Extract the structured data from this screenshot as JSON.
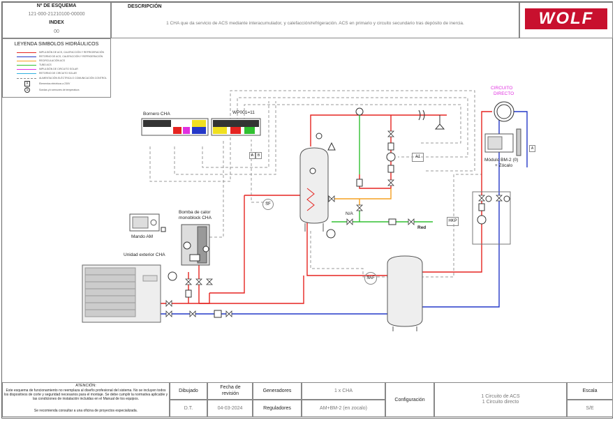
{
  "header": {
    "num_label": "Nº DE ESQUEMA",
    "num_value": "121-000-21210100-00000",
    "index_label": "INDEX",
    "index_value": "00",
    "desc_label": "DESCRIPCIÓN",
    "desc_text": "1 CHA que da servicio de ACS mediante interacumulador, y calefacción/refrigeración. ACS en primario y circuito secundario tras depósito de inercia.",
    "logo": "WOLF"
  },
  "legend": {
    "title": "LEYENDA SIMBOLOS HIDRÁULICOS",
    "items": [
      {
        "label": "IMPULSIÓN DE ACS, CALEFACCIÓN Y REFRIGERACIÓN",
        "color": "#e52420"
      },
      {
        "label": "RETORNO DE ACS, CALEFACCIÓN Y REFRIGERACIÓN",
        "color": "#2438c8"
      },
      {
        "label": "RECIRCULACIÓN ACS",
        "color": "#f5a020"
      },
      {
        "label": "TUBO ACS",
        "color": "#30c030"
      },
      {
        "label": "IMPULSIÓN DE CIRCUITO SOLAR",
        "color": "#e030e0"
      },
      {
        "label": "RETORNO DE CIRCUITO SOLAR",
        "color": "#30b0e0"
      },
      {
        "label": "ALIMENTACIÓN ELÉCTRICA O COMUNICACIÓN CONTROL",
        "color": "#888888"
      }
    ],
    "sym1": "Elementos eléctricos a 230V",
    "sym2": "Sondas y/o sensores de temperatura"
  },
  "labels": {
    "bornero": "Bornero CHA",
    "wp001": "WP001=11",
    "mando": "Mando AM",
    "bomba1": "Bomba de calor",
    "bomba2": "monoblock CHA",
    "unidad": "Unidad exterior CHA",
    "circ1": "CIRCUITO",
    "circ2": "DIRECTO",
    "bm1": "Módulo BM-2 (0)",
    "bm2": "+ Zócalo",
    "na": "N/A",
    "red": "Red",
    "sf": "SF",
    "saf": "SAF",
    "hkp": "HKP",
    "a1": "A1",
    "a": "A",
    "b": "B"
  },
  "footer": {
    "attention_title": "ATENCIÓN:",
    "attention_text": "Este esquema de funcionamiento no reemplaza al diseño profesional del sistema. No se incluyen todos los dispositivos de corte y seguridad necesarios para el montaje. Se debe cumplir la normativa aplicable y las condiciones de instalación incluidas en el Manual de los equipos.",
    "attention_text2": "Se recomienda consultar a una oficina de proyectos especializada.",
    "dibujado_label": "Dibujado",
    "dibujado_value": "D.T.",
    "fecha_label": "Fecha de revisión",
    "fecha_value": "04-03-2024",
    "generadores_label": "Generadores",
    "generadores_value": "1 x CHA",
    "reguladores_label": "Reguladores",
    "reguladores_value": "AM+BM-2 (en zocalo)",
    "config_label": "Configuración",
    "config_value1": "1 Circuito de ACS",
    "config_value2": "1 Circuito directo",
    "escala_label": "Escala",
    "escala_value": "S/E"
  }
}
